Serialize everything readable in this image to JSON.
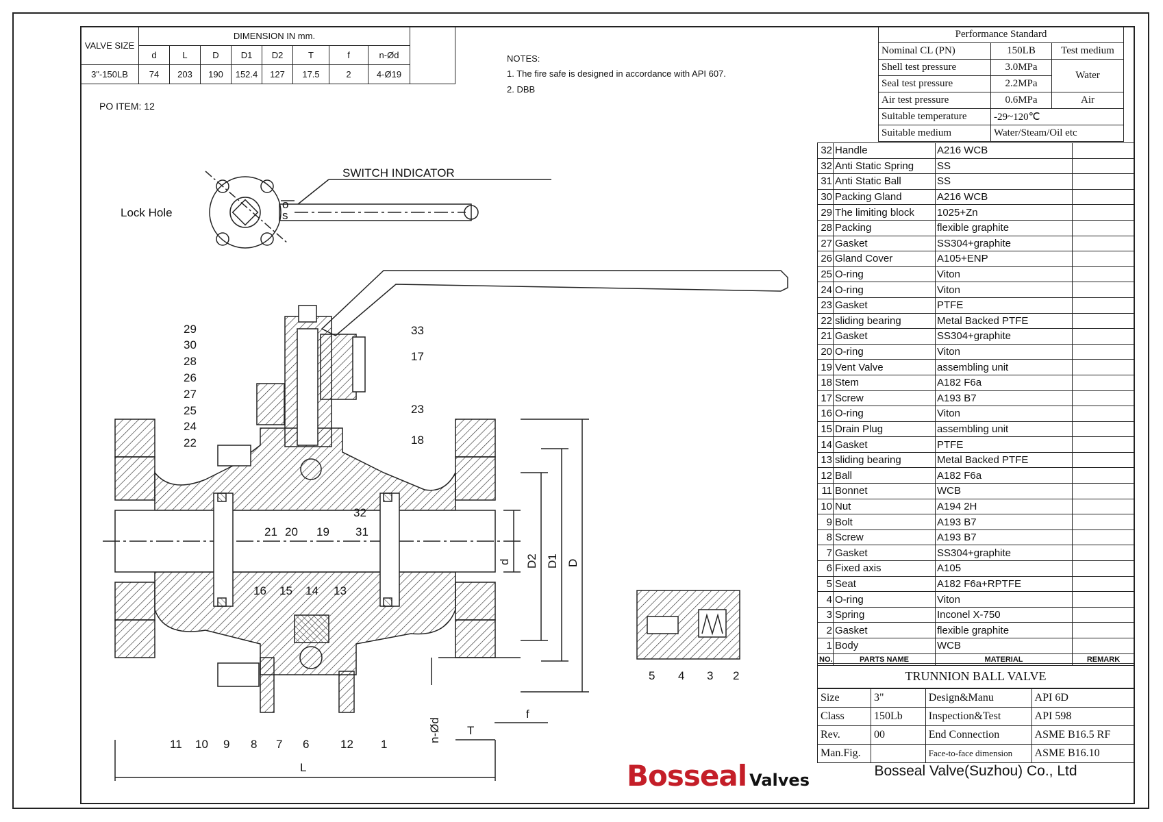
{
  "dimension_table": {
    "valve_size_label": "VALVE SIZE",
    "dimension_label": "DIMENSION IN mm.",
    "columns": [
      "d",
      "L",
      "D",
      "D1",
      "D2",
      "T",
      "f",
      "n-Ød"
    ],
    "row": {
      "size": "3\"-150LB",
      "values": [
        "74",
        "203",
        "190",
        "152.4",
        "127",
        "17.5",
        "2",
        "4-Ø19"
      ]
    }
  },
  "notes": {
    "heading": "NOTES:",
    "items": [
      "1. The fire safe is designed in accordance with API 607.",
      "2. DBB"
    ]
  },
  "po_item": "PO ITEM:  12",
  "performance": {
    "title": "Performance Standard",
    "nominal_label": "Nominal CL (PN)",
    "nominal_value": "150LB",
    "test_medium_label": "Test medium",
    "shell_label": "Shell test pressure",
    "shell_value": "3.0MPa",
    "seal_label": "Seal test pressure",
    "seal_value": "2.2MPa",
    "water": "Water",
    "air_label": "Air test pressure",
    "air_value": "0.6MPa",
    "air": "Air",
    "temp_label": "Suitable temperature",
    "temp_value": "-29~120℃",
    "medium_label": "Suitable medium",
    "medium_value": "Water/Steam/Oil etc"
  },
  "parts": [
    {
      "no": "32",
      "name": "Handle",
      "material": "A216 WCB"
    },
    {
      "no": "32",
      "name": "Anti Static Spring",
      "material": "SS"
    },
    {
      "no": "31",
      "name": "Anti Static Ball",
      "material": "SS"
    },
    {
      "no": "30",
      "name": "Packing Gland",
      "material": "A216 WCB"
    },
    {
      "no": "29",
      "name": "The limiting block",
      "material": "1025+Zn"
    },
    {
      "no": "28",
      "name": "Packing",
      "material": "flexible graphite"
    },
    {
      "no": "27",
      "name": "Gasket",
      "material": "SS304+graphite"
    },
    {
      "no": "26",
      "name": "Gland Cover",
      "material": "A105+ENP"
    },
    {
      "no": "25",
      "name": "O-ring",
      "material": "Viton"
    },
    {
      "no": "24",
      "name": "O-ring",
      "material": "Viton"
    },
    {
      "no": "23",
      "name": "Gasket",
      "material": "PTFE"
    },
    {
      "no": "22",
      "name": "sliding bearing",
      "material": "Metal Backed PTFE"
    },
    {
      "no": "21",
      "name": "Gasket",
      "material": "SS304+graphite"
    },
    {
      "no": "20",
      "name": "O-ring",
      "material": "Viton"
    },
    {
      "no": "19",
      "name": "Vent Valve",
      "material": "assembling unit"
    },
    {
      "no": "18",
      "name": "Stem",
      "material": "A182 F6a"
    },
    {
      "no": "17",
      "name": "Screw",
      "material": "A193 B7"
    },
    {
      "no": "16",
      "name": "O-ring",
      "material": "Viton"
    },
    {
      "no": "15",
      "name": "Drain Plug",
      "material": "assembling unit"
    },
    {
      "no": "14",
      "name": "Gasket",
      "material": "PTFE"
    },
    {
      "no": "13",
      "name": "sliding bearing",
      "material": "Metal Backed PTFE"
    },
    {
      "no": "12",
      "name": "Ball",
      "material": "A182 F6a"
    },
    {
      "no": "11",
      "name": "Bonnet",
      "material": "WCB"
    },
    {
      "no": "10",
      "name": "Nut",
      "material": "A194 2H"
    },
    {
      "no": "9",
      "name": "Bolt",
      "material": "A193 B7"
    },
    {
      "no": "8",
      "name": "Screw",
      "material": "A193 B7"
    },
    {
      "no": "7",
      "name": "Gasket",
      "material": "SS304+graphite"
    },
    {
      "no": "6",
      "name": "Fixed axis",
      "material": "A105"
    },
    {
      "no": "5",
      "name": "Seat",
      "material": "A182 F6a+RPTFE"
    },
    {
      "no": "4",
      "name": "O-ring",
      "material": "Viton"
    },
    {
      "no": "3",
      "name": "Spring",
      "material": "Inconel X-750"
    },
    {
      "no": "2",
      "name": "Gasket",
      "material": "flexible graphite"
    },
    {
      "no": "1",
      "name": "Body",
      "material": "WCB"
    }
  ],
  "parts_header": {
    "no": "NO.",
    "name": "PARTS NAME",
    "material": "MATERIAL",
    "remark": "REMARK"
  },
  "title_block": {
    "title": "TRUNNION BALL VALVE",
    "size_label": "Size",
    "size_value": "3\"",
    "design_label": "Design&Manu",
    "design_value": "API 6D",
    "class_label": "Class",
    "class_value": "150Lb",
    "inspection_label": "Inspection&Test",
    "inspection_value": "API 598",
    "rev_label": "Rev.",
    "rev_value": "00",
    "end_label": "End Connection",
    "end_value": "ASME B16.5 RF",
    "manfig_label": "Man.Fig.",
    "f2f_label": "Face-to-face dimension",
    "f2f_value": "ASME B16.10"
  },
  "logo": {
    "main": "Bosseal",
    "sub": "Valves"
  },
  "company": "Bosseal Valve(Suzhou) Co., Ltd",
  "drawing": {
    "switch_indicator": "SWITCH INDICATOR",
    "lock_hole": "Lock Hole",
    "os_o": "o",
    "os_s": "s",
    "callouts_left": [
      "29",
      "30",
      "28",
      "26",
      "27",
      "25",
      "24",
      "22"
    ],
    "callouts_right": [
      "33",
      "17",
      "23",
      "18"
    ],
    "callouts_mid": [
      "21",
      "20",
      "19",
      "32",
      "31"
    ],
    "callouts_lower": [
      "16",
      "15",
      "14",
      "13"
    ],
    "callouts_bottom": [
      "11",
      "10",
      "9",
      "8",
      "7",
      "6",
      "12",
      "1"
    ],
    "callouts_detail": [
      "5",
      "4",
      "3",
      "2"
    ],
    "dim_labels": {
      "d": "d",
      "D2": "D2",
      "D1": "D1",
      "D": "D",
      "L": "L",
      "T": "T",
      "f": "f",
      "nod": "n-Ød"
    }
  }
}
